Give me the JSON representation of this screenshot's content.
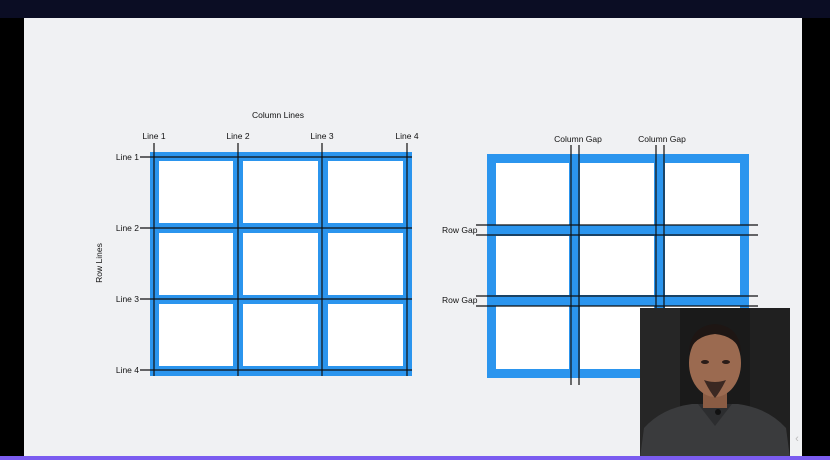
{
  "left_diagram": {
    "column_heading": "Column Lines",
    "row_heading": "Row Lines",
    "column_line_labels": [
      "Line 1",
      "Line 2",
      "Line 3",
      "Line 4"
    ],
    "row_line_labels": [
      "Line 1",
      "Line 2",
      "Line 3",
      "Line 4"
    ]
  },
  "right_diagram": {
    "column_gap_labels": [
      "Column Gap",
      "Column Gap"
    ],
    "row_gap_labels": [
      "Row Gap",
      "Row Gap"
    ]
  },
  "colors": {
    "grid_blue": "#2b95ee",
    "cell_white": "#ffffff",
    "slide_bg": "#f0f1f3",
    "line": "#111111"
  },
  "icons": {
    "next_arrow": "chevron-right-icon"
  },
  "presenter_video": {
    "content": "webcam-presenter"
  }
}
